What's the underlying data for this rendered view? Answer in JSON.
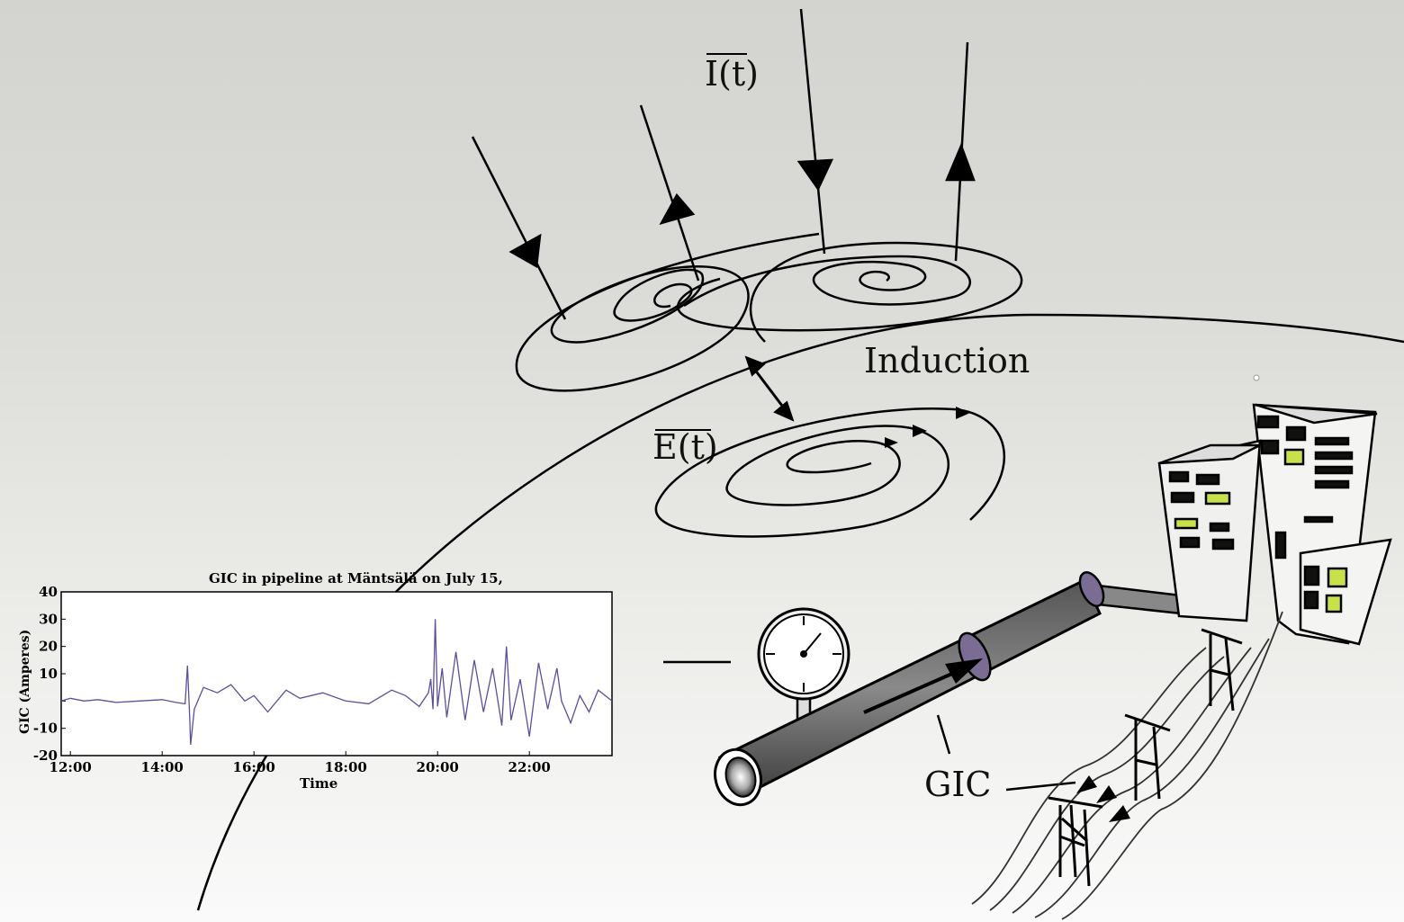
{
  "labels": {
    "current": "I(t)",
    "field": "E(t)",
    "induction": "Induction",
    "gic": "GIC"
  },
  "chart_data": {
    "type": "line",
    "title": "GIC in pipeline at Mäntsälä on July 15,",
    "xlabel": "Time",
    "ylabel": "GIC (Amperes)",
    "xticks": [
      "12:00",
      "14:00",
      "16:00",
      "18:00",
      "20:00",
      "22:00"
    ],
    "yticks": [
      "40",
      "30",
      "20",
      "10",
      "",
      "-10",
      "-20"
    ],
    "ylim": [
      -20,
      40
    ],
    "xlim_hours": [
      11.8,
      23.8
    ],
    "color": "#5a4f9a",
    "series": [
      {
        "x": [
          11.8,
          12.0,
          12.3,
          12.6,
          13.0,
          13.5,
          14.0,
          14.3,
          14.5,
          14.55,
          14.6,
          14.62,
          14.7,
          14.9,
          15.2,
          15.5,
          15.8,
          16.0,
          16.3,
          16.7,
          17.0,
          17.5,
          18.0,
          18.5,
          19.0,
          19.3,
          19.6,
          19.8,
          19.85,
          19.9,
          19.95,
          20.0,
          20.1,
          20.2,
          20.4,
          20.6,
          20.8,
          21.0,
          21.2,
          21.4,
          21.5,
          21.6,
          21.8,
          22.0,
          22.2,
          22.4,
          22.6,
          22.7,
          22.9,
          23.1,
          23.3,
          23.5,
          23.8
        ],
        "y": [
          0,
          1,
          0,
          0.5,
          -0.5,
          0,
          0.5,
          -0.5,
          -1,
          13,
          -6,
          -16,
          -3,
          5,
          3,
          6,
          0,
          2,
          -4,
          4,
          1,
          3,
          0,
          -1,
          4,
          2,
          -2,
          3,
          8,
          -3,
          30,
          -2,
          12,
          -6,
          18,
          -7,
          15,
          -4,
          12,
          -9,
          20,
          -7,
          8,
          -13,
          14,
          -3,
          12,
          0,
          -8,
          2,
          -4,
          4,
          0
        ]
      }
    ]
  }
}
